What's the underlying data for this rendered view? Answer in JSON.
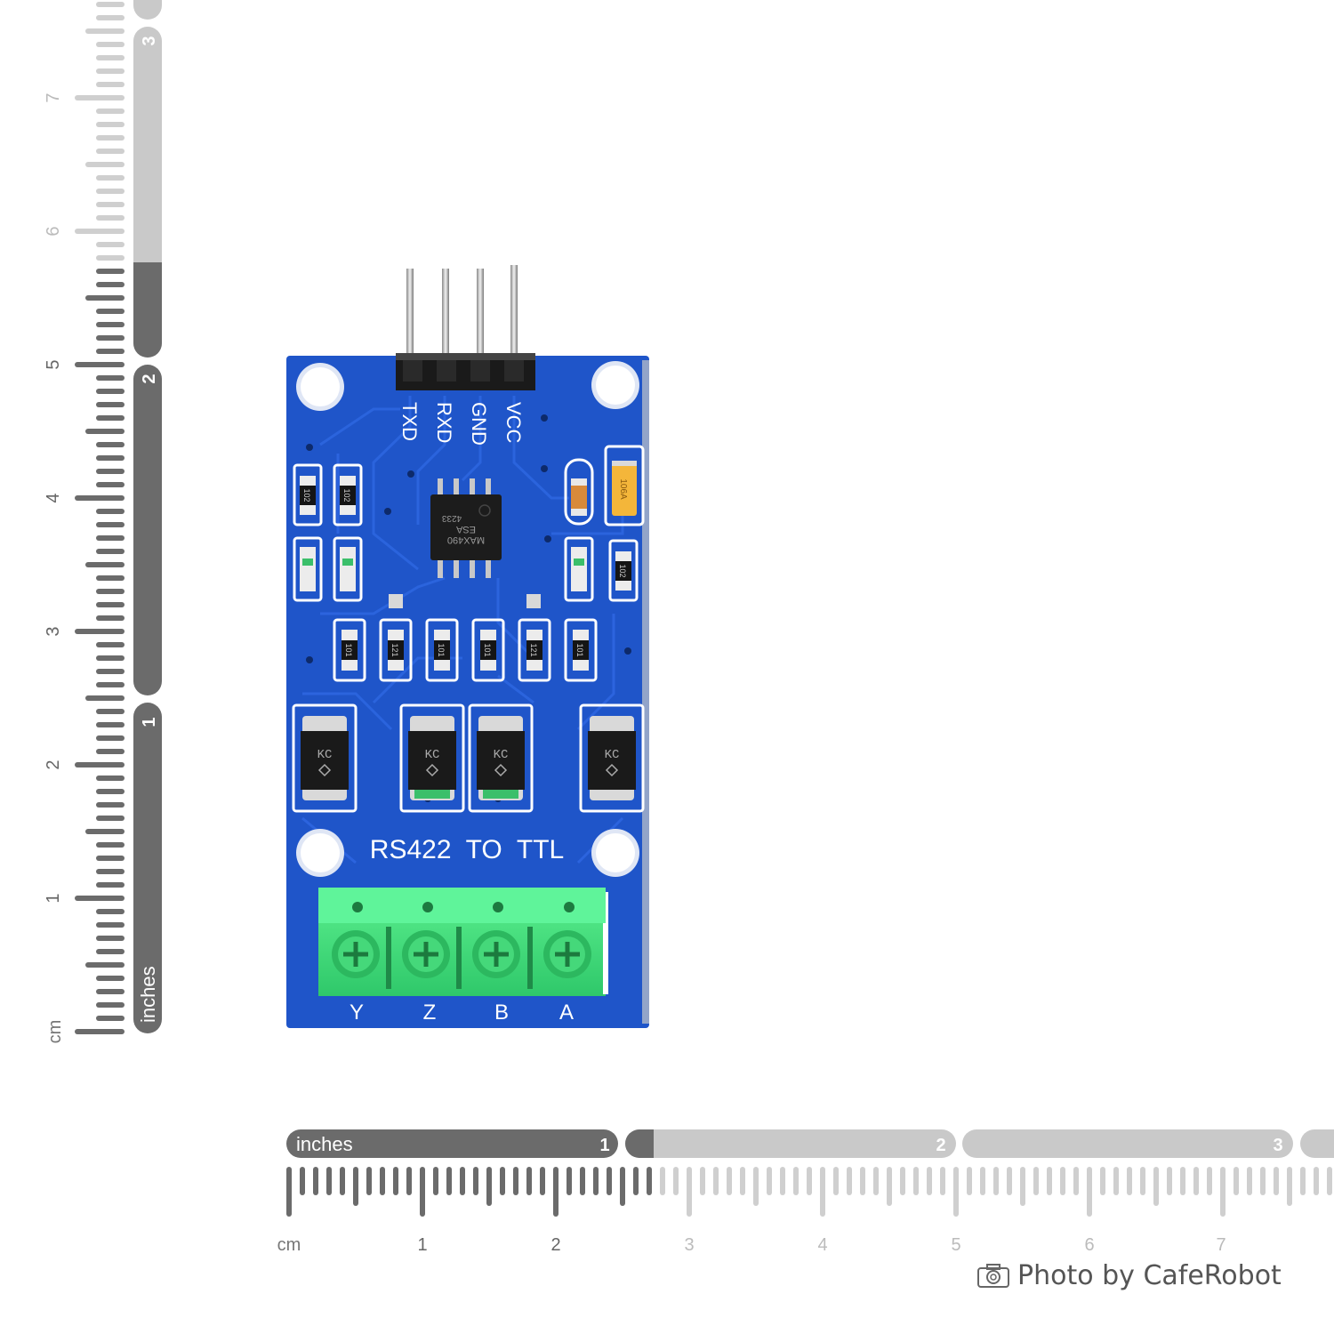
{
  "board": {
    "title": "RS422  TO  TTL",
    "header_pins": [
      "TXD",
      "RXD",
      "GND",
      "VCC"
    ],
    "terminal_labels": [
      "Y",
      "Z",
      "B",
      "A"
    ],
    "chip_markings": [
      "MAX490",
      "ESA",
      "4233"
    ],
    "diode_markings": [
      "KC",
      "KC",
      "KC",
      "KC"
    ],
    "resistor_markings_top": [
      "102",
      "102"
    ],
    "resistor_markings_right": [
      "102"
    ],
    "resistor_markings_row": [
      "101",
      "121",
      "101",
      "101",
      "121",
      "101"
    ],
    "capacitor_marking": "106A",
    "colors": {
      "pcb": "#1f55c9",
      "terminal": "#39e07a",
      "silk": "#ffffff"
    }
  },
  "ruler_vertical": {
    "cm_label": "cm",
    "cm_numbers": [
      "1",
      "2",
      "3",
      "4",
      "5",
      "6",
      "7"
    ],
    "inch_label": "inches",
    "inch_numbers": [
      "1",
      "2",
      "3"
    ]
  },
  "ruler_horizontal": {
    "cm_label": "cm",
    "cm_numbers": [
      "1",
      "2",
      "3",
      "4",
      "5",
      "6",
      "7"
    ],
    "inch_label": "inches",
    "inch_numbers": [
      "1",
      "2",
      "3"
    ]
  },
  "credit": {
    "text": "Photo by CafeRobot"
  }
}
